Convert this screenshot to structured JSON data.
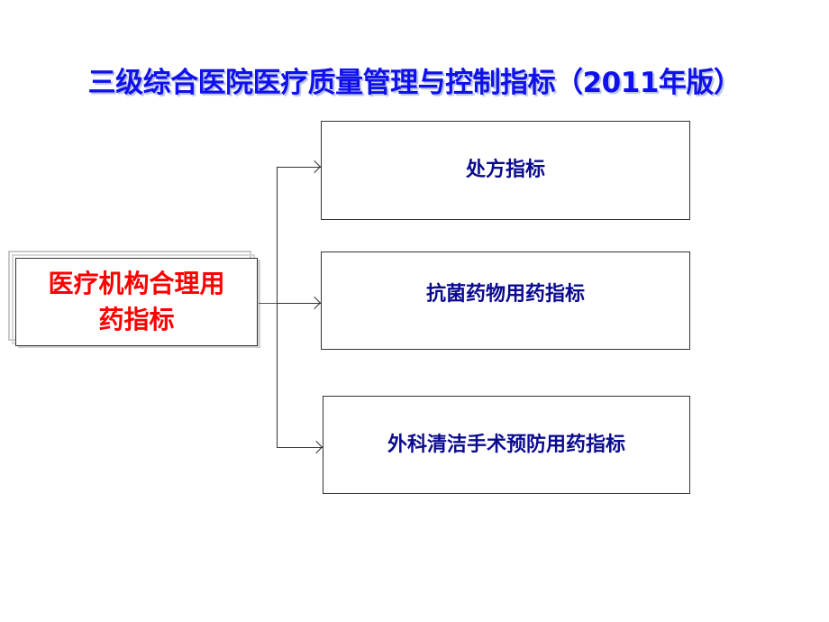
{
  "slide": {
    "title": "三级综合医院医疗质量管理与控制指标（2011年版）",
    "colors": {
      "title": "#1010ee",
      "root_text": "#ff0000",
      "child_text": "#0b0b8f",
      "border": "#333333"
    }
  },
  "diagram": {
    "root": {
      "label": "医疗机构合理用药指标"
    },
    "children": [
      {
        "label": "处方指标"
      },
      {
        "label": "抗菌药物用药指标"
      },
      {
        "label": "外科清洁手术预防用药指标"
      }
    ]
  }
}
